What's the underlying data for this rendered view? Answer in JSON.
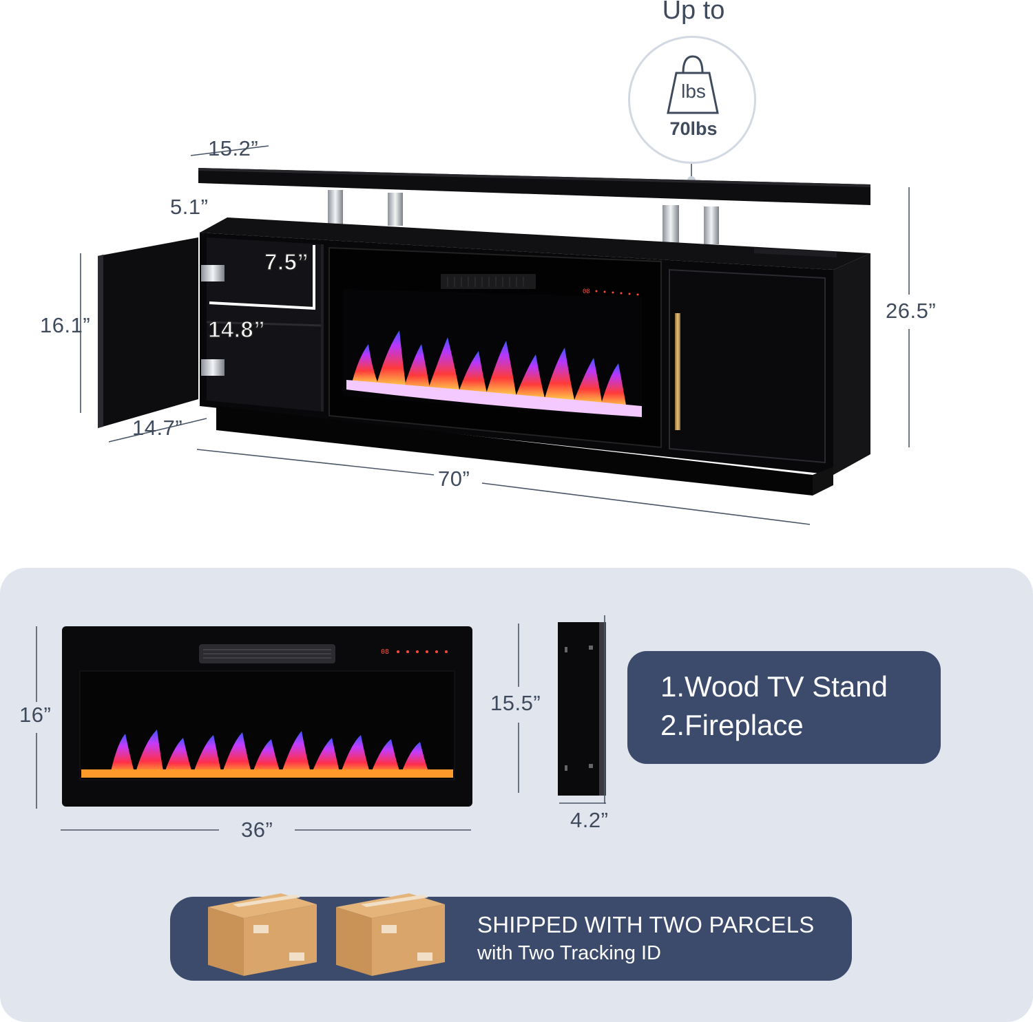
{
  "weight": {
    "prefix": "Up to",
    "unit_label": "lbs",
    "value": "70lbs"
  },
  "stand_dimensions": {
    "top_depth": "15.2”",
    "shelf_gap": "5.1”",
    "door_height": "16.1”",
    "inner_height": "7.5”",
    "inner_width": "14.8”",
    "door_width": "14.7”",
    "total_width": "70”",
    "total_height": "26.5”"
  },
  "fireplace_dimensions": {
    "height": "16”",
    "width": "36”",
    "side_height": "15.5”",
    "side_depth": "4.2”"
  },
  "package_contents": {
    "line1": "1.Wood TV Stand",
    "line2": "2.Fireplace"
  },
  "shipping": {
    "title": "SHIPPED WITH TWO PARCELS",
    "subtitle": "with Two Tracking ID"
  },
  "fireplace_display": {
    "readout": "08"
  },
  "colors": {
    "panel_bg": "#e1e5ee",
    "label_bg": "#3c4a6b",
    "dim_text": "#3f4b5d",
    "furniture": "#0b0b0d",
    "box": "#d9a56a"
  }
}
